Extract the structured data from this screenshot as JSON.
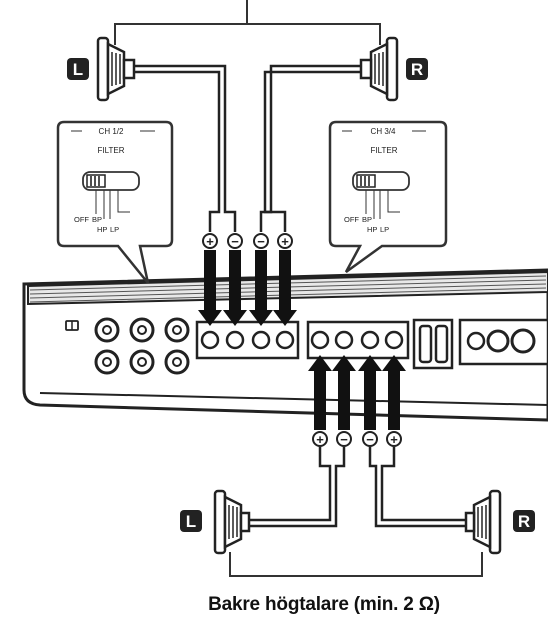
{
  "front_pair": {
    "left_badge": "L",
    "right_badge": "R"
  },
  "rear_pair": {
    "left_badge": "L",
    "right_badge": "R",
    "caption": "Bakre högtalare (min. 2 Ω)"
  },
  "callout_left": {
    "channel": "CH 1/2",
    "label": "FILTER",
    "opt1": "OFF",
    "opt2": "BP",
    "opt3": "HP",
    "opt4": "LP"
  },
  "callout_right": {
    "channel": "CH 3/4",
    "label": "FILTER",
    "opt1": "OFF",
    "opt2": "BP",
    "opt3": "HP",
    "opt4": "LP"
  },
  "terminal_polarity_top": [
    "+",
    "−",
    "−",
    "+"
  ],
  "terminal_polarity_bottom": [
    "+",
    "−",
    "−",
    "+"
  ]
}
